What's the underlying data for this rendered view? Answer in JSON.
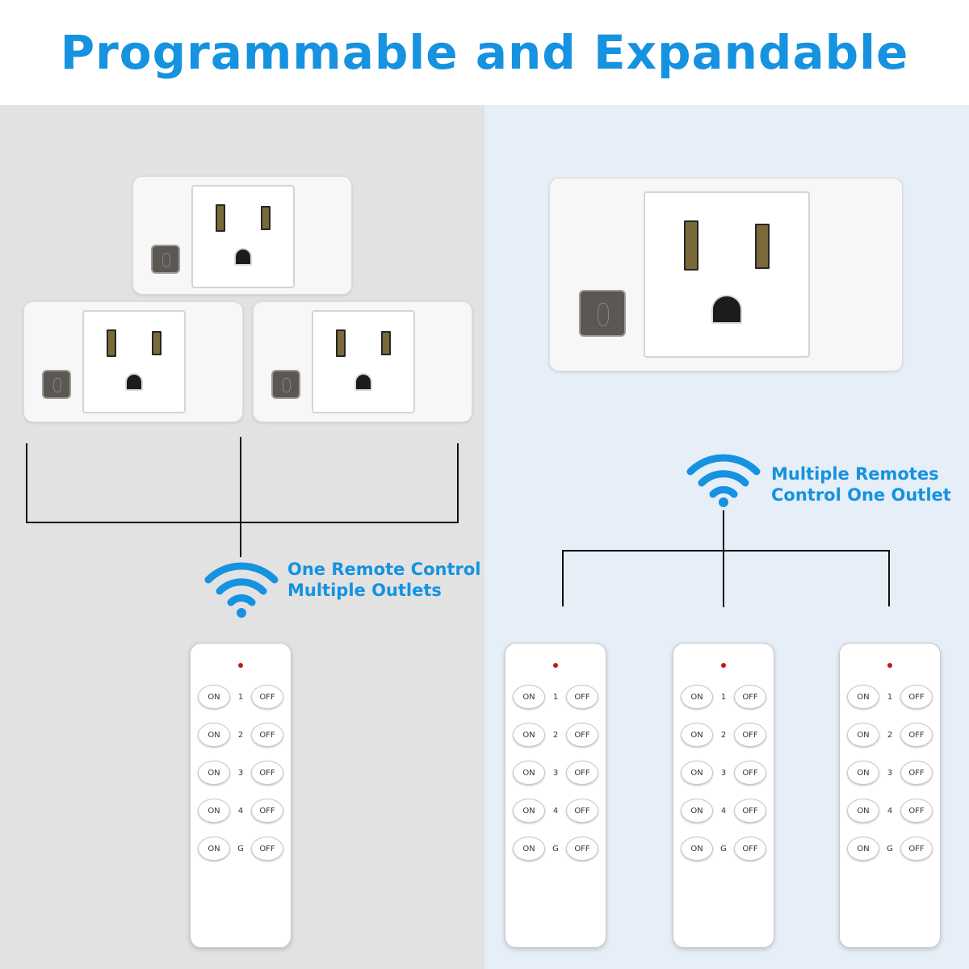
{
  "headline": "Programmable and Expandable",
  "left": {
    "caption_line1": "One Remote Control",
    "caption_line2": "Multiple Outlets"
  },
  "right": {
    "caption_line1": "Multiple Remotes",
    "caption_line2": "Control One Outlet"
  },
  "remote": {
    "on_label": "ON",
    "off_label": "OFF",
    "channels": [
      "1",
      "2",
      "3",
      "4",
      "G"
    ]
  },
  "colors": {
    "accent": "#1592e0",
    "left_background": "#e2e2e2",
    "right_background": "#e6eef8",
    "led": "#c21a1a"
  },
  "icons": [
    "wifi-signal-icon",
    "power-button-icon"
  ]
}
